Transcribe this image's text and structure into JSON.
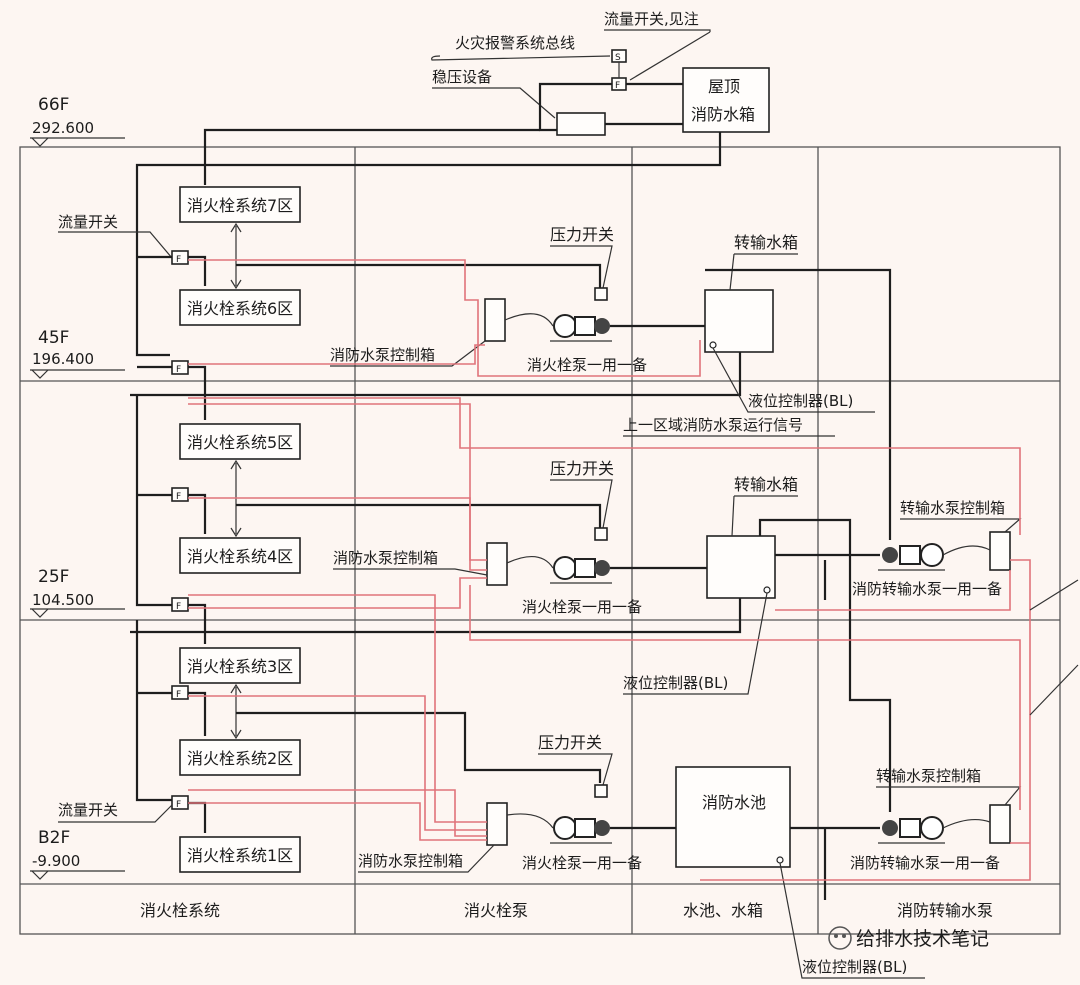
{
  "floors": [
    {
      "name": "66F",
      "elevation": "292.600"
    },
    {
      "name": "45F",
      "elevation": "196.400"
    },
    {
      "name": "25F",
      "elevation": "104.500"
    },
    {
      "name": "B2F",
      "elevation": "-9.900"
    }
  ],
  "top": {
    "fire_alarm_bus": "火灾报警系统总线",
    "flow_switch_note": "流量开关,见注",
    "pressure_device": "稳压设备",
    "roof_tank_line1": "屋顶",
    "roof_tank_line2": "消防水箱"
  },
  "zones": [
    "消火栓系统7区",
    "消火栓系统6区",
    "消火栓系统5区",
    "消火栓系统4区",
    "消火栓系统3区",
    "消火栓系统2区",
    "消火栓系统1区"
  ],
  "labels": {
    "flow_switch": "流量开关",
    "pressure_switch": "压力开关",
    "pump_control_box": "消防水泵控制箱",
    "hydrant_pump": "消火栓泵一用一备",
    "transfer_tank": "转输水箱",
    "level_controller": "液位控制器(BL)",
    "upper_zone_signal": "上一区域消防水泵运行信号",
    "transfer_pump_box": "转输水泵控制箱",
    "transfer_pump": "消防转输水泵一用一备",
    "fire_pool": "消防水池",
    "switch_f": "F",
    "switch_s": "S"
  },
  "footer": [
    "消火栓系统",
    "消火栓泵",
    "水池、水箱",
    "消防转输水泵"
  ],
  "watermark": "给排水技术笔记",
  "colors": {
    "signal_line": "#e0737a",
    "pipe": "#1e1e1e",
    "background": "#fdf6f2"
  }
}
